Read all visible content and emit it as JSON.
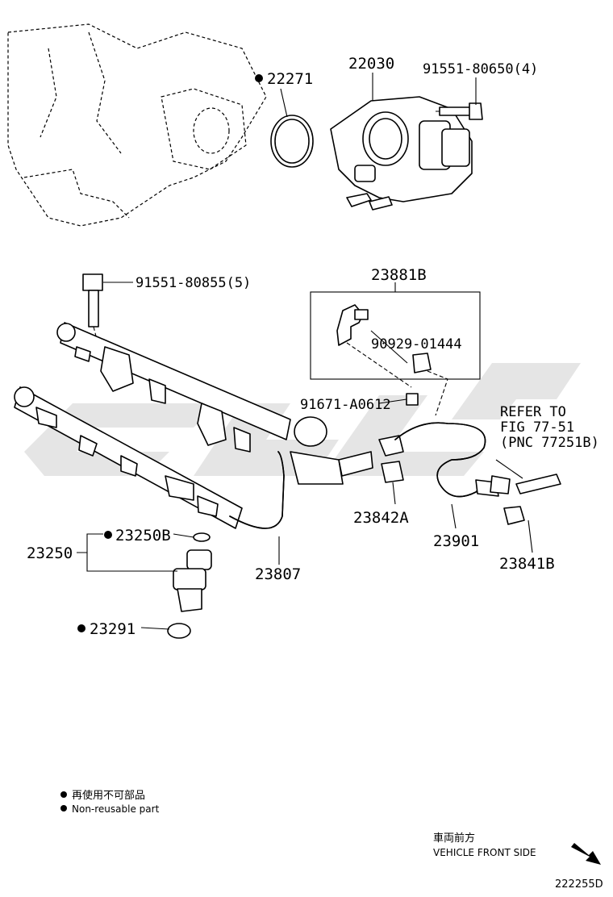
{
  "parts": {
    "gasket_22271": "22271",
    "throttle_body": "22030",
    "bolt_throttle": "91551-80650(4)",
    "bolt_rail": "91551-80855(5)",
    "bracket_kit": "23881B",
    "clip_90929": "90929-01444",
    "bolt_91671": "91671-A0612",
    "connector_23842A": "23842A",
    "hose_23901": "23901",
    "clamp_23841B": "23841B",
    "injector_assy": "23250",
    "injector_ring": "23250B",
    "fuel_pipe": "23807",
    "injector_seal": "23291"
  },
  "refer": {
    "line1": "REFER TO",
    "line2": "FIG 77-51",
    "line3": "(PNC 77251B)"
  },
  "legend": {
    "cjk": "再使用不可部品",
    "en": "Non-reusable part"
  },
  "orientation": {
    "cjk": "車両前方",
    "en": "VEHICLE FRONT SIDE"
  },
  "figure_code": "222255D"
}
